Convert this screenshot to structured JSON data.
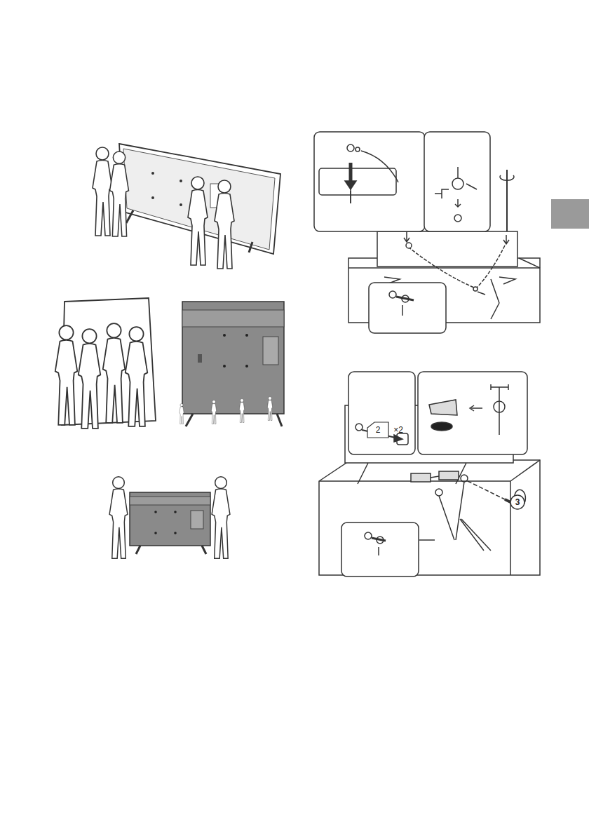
{
  "diagram": {
    "labels": [
      "2",
      "×2",
      "3"
    ]
  }
}
